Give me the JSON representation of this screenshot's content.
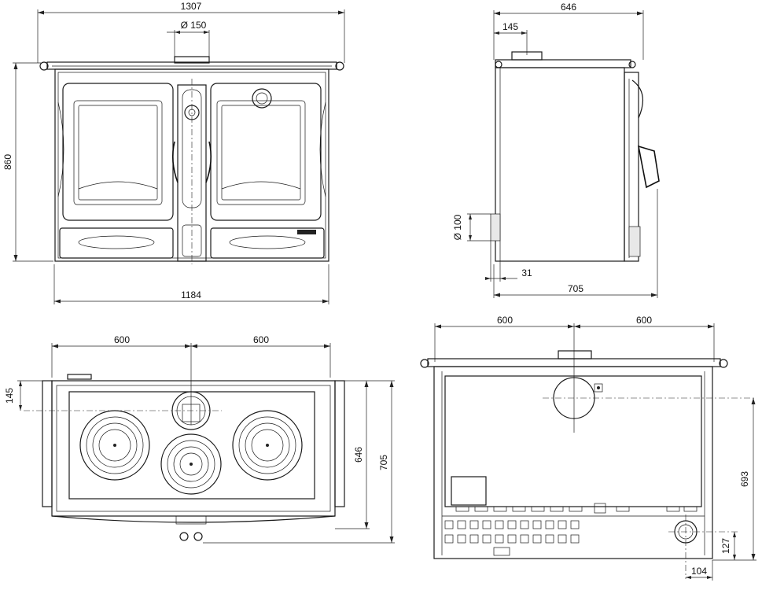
{
  "dimensions": {
    "front_total_width": "1307",
    "flue_diameter_front": "Ø 150",
    "front_height": "860",
    "front_body_width": "1184",
    "side_depth_total": "646",
    "side_flue_offset": "145",
    "side_air_diameter": "Ø 100",
    "side_air_offset": "31",
    "side_depth_body": "705",
    "top_left_half": "600",
    "top_right_half": "600",
    "top_flue_offset": "145",
    "top_depth_inner": "646",
    "top_depth_outer": "705",
    "back_left_half": "600",
    "back_right_half": "600",
    "back_flue_height": "693",
    "back_air_height": "127",
    "back_air_offset": "104"
  }
}
